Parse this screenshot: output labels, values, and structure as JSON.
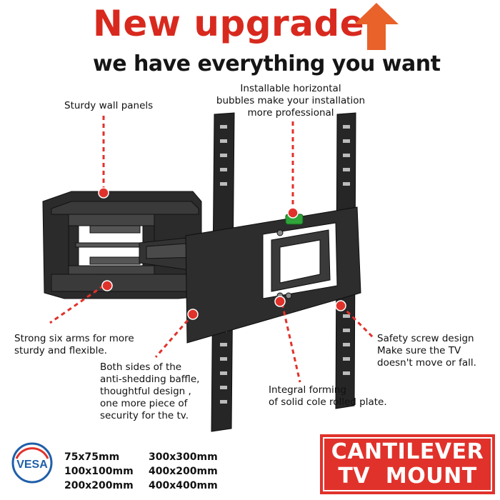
{
  "headline": "New upgrade",
  "subheadline": "we have everything you want",
  "callouts": {
    "wall_panels": [
      "Sturdy wall panels"
    ],
    "bubbles": [
      "Installable horizontal",
      "bubbles make your installation",
      "more professional"
    ],
    "six_arms": [
      "Strong six arms for more",
      "sturdy and flexible."
    ],
    "baffle": [
      "Both sides of the",
      "anti-shedding baffle,",
      "thoughtful design ,",
      "one more piece of",
      "security for the tv."
    ],
    "integral": [
      "Integral forming",
      "of solid cole rolled plate."
    ],
    "safety": [
      "Safety screw design",
      "Make sure the TV",
      "doesn't move or fall."
    ]
  },
  "vesa": {
    "badge_label": "VESA",
    "sizes": [
      [
        "75x75mm",
        "300x300mm"
      ],
      [
        "100x100mm",
        "400x200mm"
      ],
      [
        "200x200mm",
        "400x400mm"
      ]
    ]
  },
  "product": {
    "line1": "CANTILEVER",
    "line2": "TV  MOUNT"
  },
  "colors": {
    "accent": "#d8291e",
    "dot": "#e0322b",
    "bubble": "#2fa43a",
    "steel": "#2b2b2b"
  },
  "icons": {
    "arrow": "up-arrow-icon",
    "badge": "vesa-logo-icon"
  }
}
